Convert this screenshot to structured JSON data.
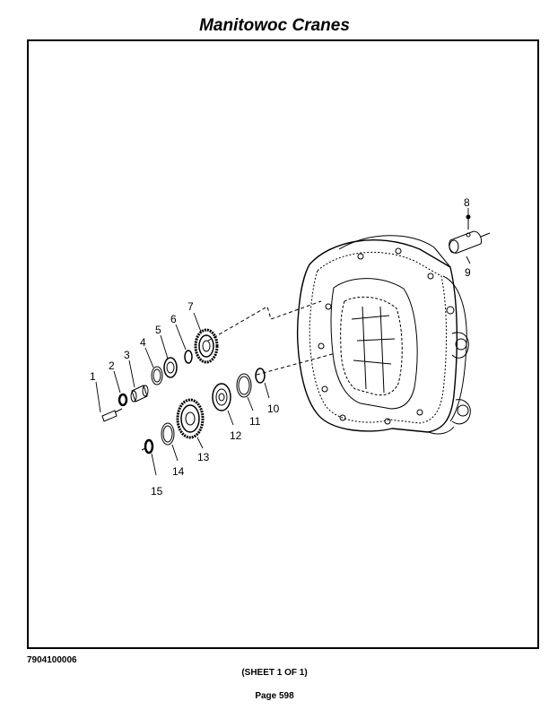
{
  "header": {
    "title": "Manitowoc Cranes"
  },
  "diagram": {
    "callouts": [
      {
        "label": "1"
      },
      {
        "label": "2"
      },
      {
        "label": "3"
      },
      {
        "label": "4"
      },
      {
        "label": "5"
      },
      {
        "label": "6"
      },
      {
        "label": "7"
      },
      {
        "label": "8"
      },
      {
        "label": "9"
      },
      {
        "label": "10"
      },
      {
        "label": "11"
      },
      {
        "label": "12"
      },
      {
        "label": "13"
      },
      {
        "label": "14"
      },
      {
        "label": "15"
      }
    ]
  },
  "footer": {
    "drawing_number": "7904100006",
    "sheet": "(SHEET 1 OF 1)",
    "page": "Page 598"
  }
}
